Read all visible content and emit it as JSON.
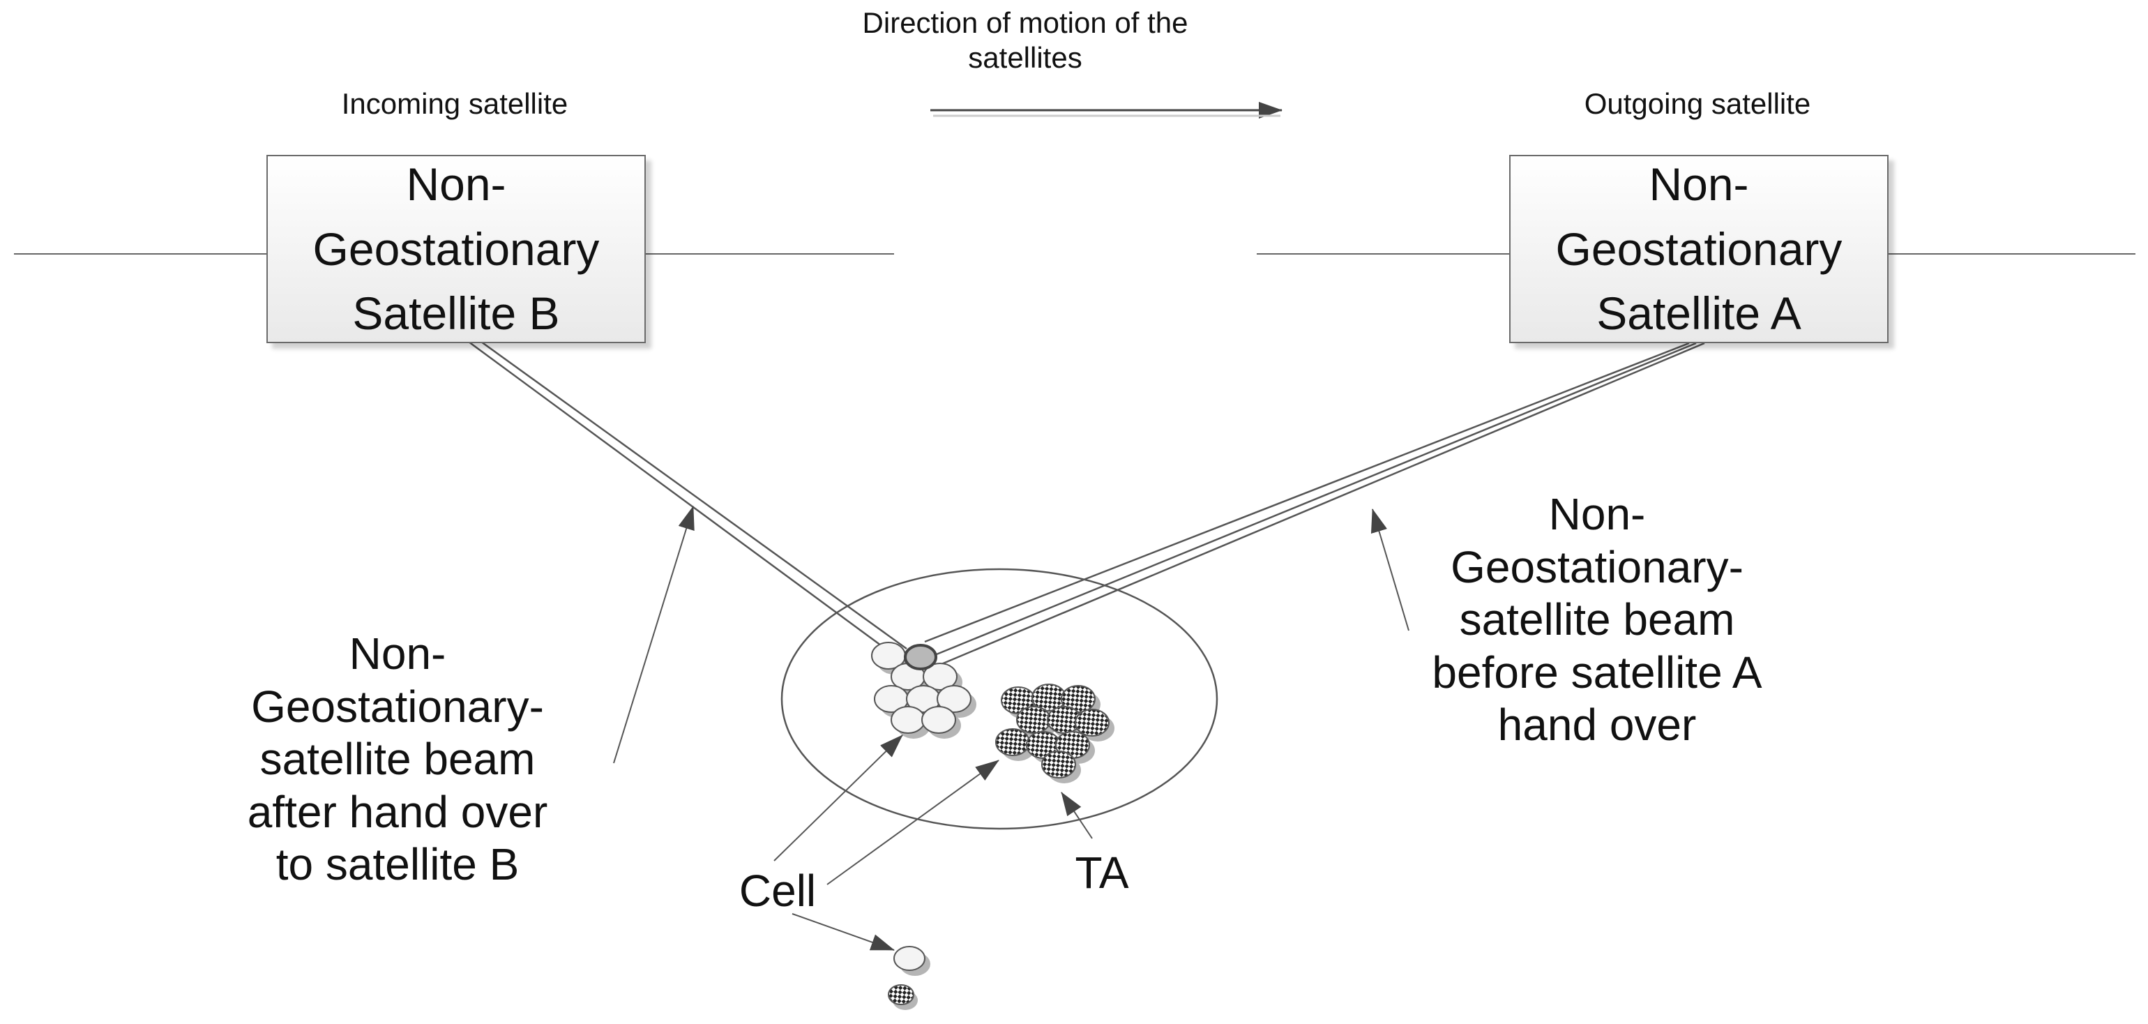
{
  "labels": {
    "direction": "Direction of motion of the\nsatellites",
    "incoming": "Incoming satellite",
    "outgoing": "Outgoing satellite",
    "sat_b": "Non-\nGeostationary\nSatellite B",
    "sat_a": "Non-\nGeostationary\nSatellite A",
    "beam_after": "Non-\nGeostationary-\nsatellite beam\nafter  hand over\nto satellite B",
    "beam_before": "Non-\nGeostationary-\nsatellite beam\nbefore satellite A\nhand over",
    "cell": "Cell",
    "ta": "TA"
  },
  "colors": {
    "line": "#555555",
    "box_border": "#6a6a6a",
    "cell_fill": "#f4f4f4",
    "cell_shadow": "#b5b5b5",
    "highlight_cell": "#b8b8b8"
  }
}
